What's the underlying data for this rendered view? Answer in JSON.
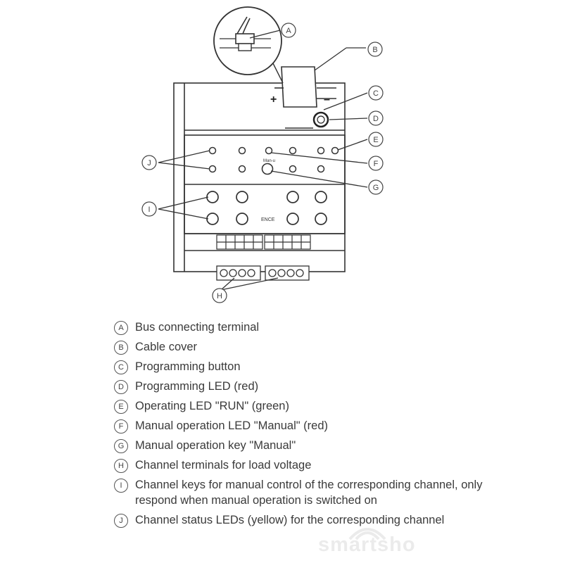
{
  "diagram": {
    "callouts": [
      "A",
      "B",
      "C",
      "D",
      "E",
      "F",
      "G",
      "H",
      "I",
      "J"
    ],
    "polarity": {
      "plus": "+",
      "minus": "–"
    },
    "manual_key_label": "Man-u",
    "small_key_label": "ENCE"
  },
  "legend": [
    {
      "letter": "A",
      "text": "Bus connecting terminal"
    },
    {
      "letter": "B",
      "text": "Cable cover"
    },
    {
      "letter": "C",
      "text": "Programming button"
    },
    {
      "letter": "D",
      "text": "Programming LED (red)"
    },
    {
      "letter": "E",
      "text": "Operating LED \"RUN\" (green)"
    },
    {
      "letter": "F",
      "text": "Manual operation LED \"Manual\" (red)"
    },
    {
      "letter": "G",
      "text": "Manual operation key \"Manual\""
    },
    {
      "letter": "H",
      "text": "Channel terminals for load voltage"
    },
    {
      "letter": "I",
      "text": "Channel keys for manual control of the corresponding channel, only respond when manual operation is switched on"
    },
    {
      "letter": "J",
      "text": "Channel status LEDs (yellow) for the corresponding channel"
    }
  ],
  "watermark": "smartsho"
}
